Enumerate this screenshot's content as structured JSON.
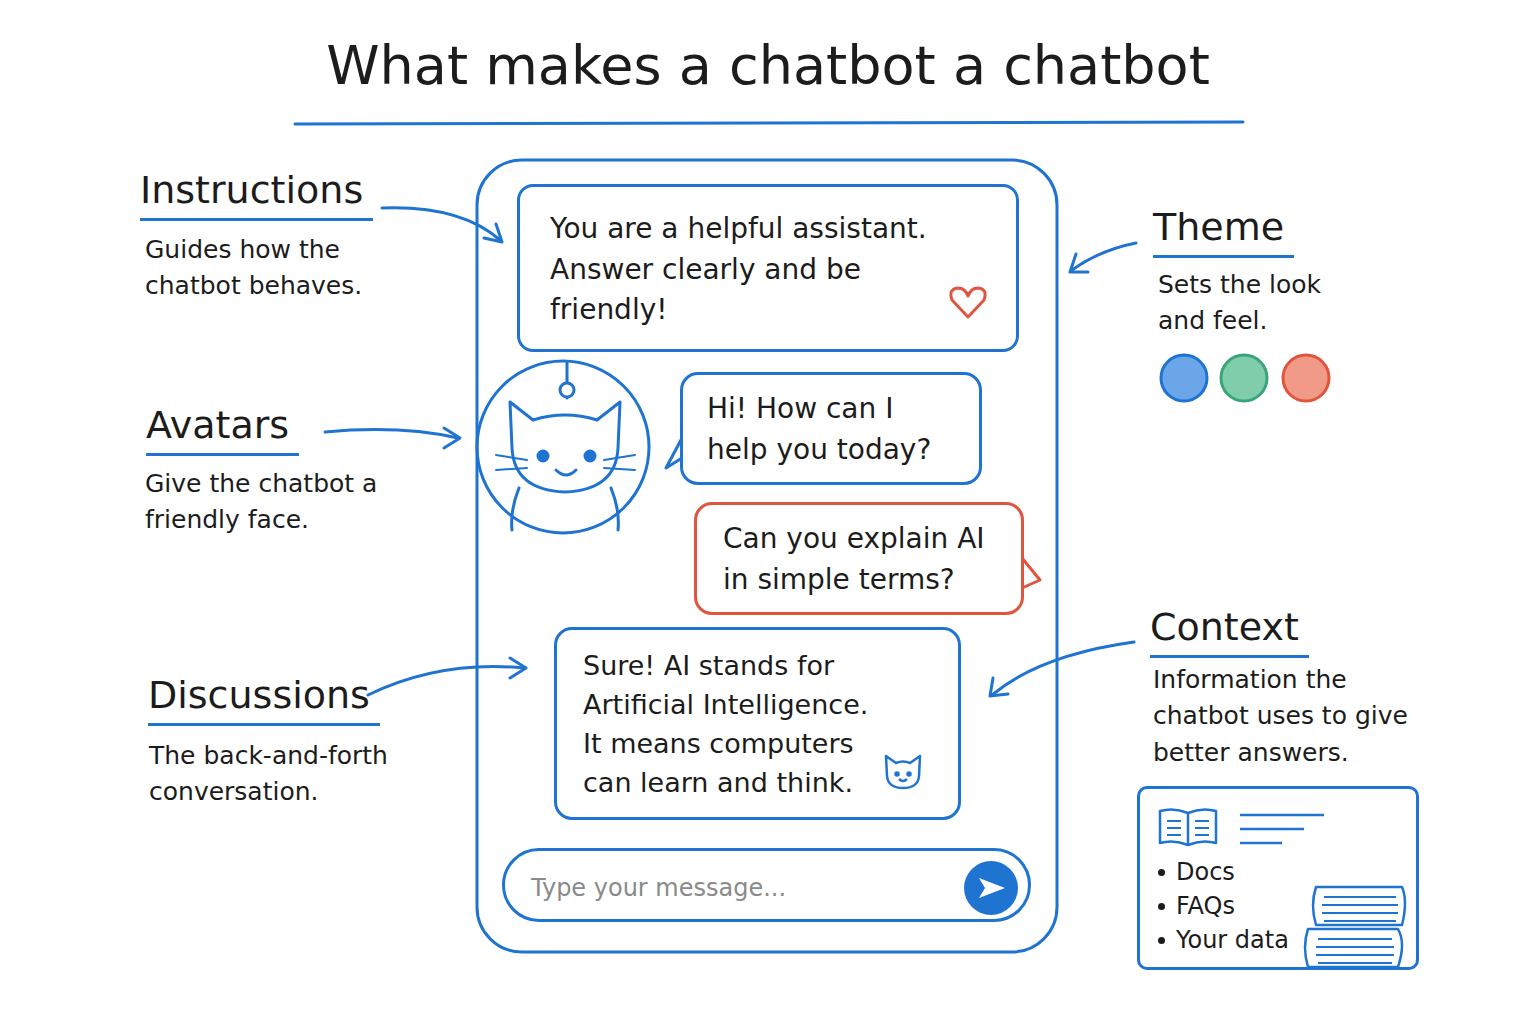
{
  "diagram": {
    "title": "What makes a chatbot a chatbot",
    "nodes": [
      {
        "text": [
          "You are a helpful assistant. Answer clearly and be friendly!"
        ]
      },
      {
        "text": [
          "Hi! How can I help you today?"
        ]
      },
      {
        "text": [
          "Can you explain AI in simple terms?"
        ]
      },
      {
        "text": [
          "Sure! AI stands for Artificial Intelligence. It means computers can learn and think."
        ]
      },
      {
        "text": [
          "Type your message..."
        ]
      },
      {
        "text": [
          "Docs",
          "FAQs",
          "Your data"
        ]
      }
    ],
    "labels": [
      "Instructions",
      "Guides how the chatbot behaves.",
      "Theme",
      "Sets the look and feel.",
      "Avatars",
      "Give the chatbot a friendly face.",
      "Discussions",
      "The back-and-forth conversation.",
      "Context",
      "Information the chatbot uses to give better answers."
    ]
  }
}
